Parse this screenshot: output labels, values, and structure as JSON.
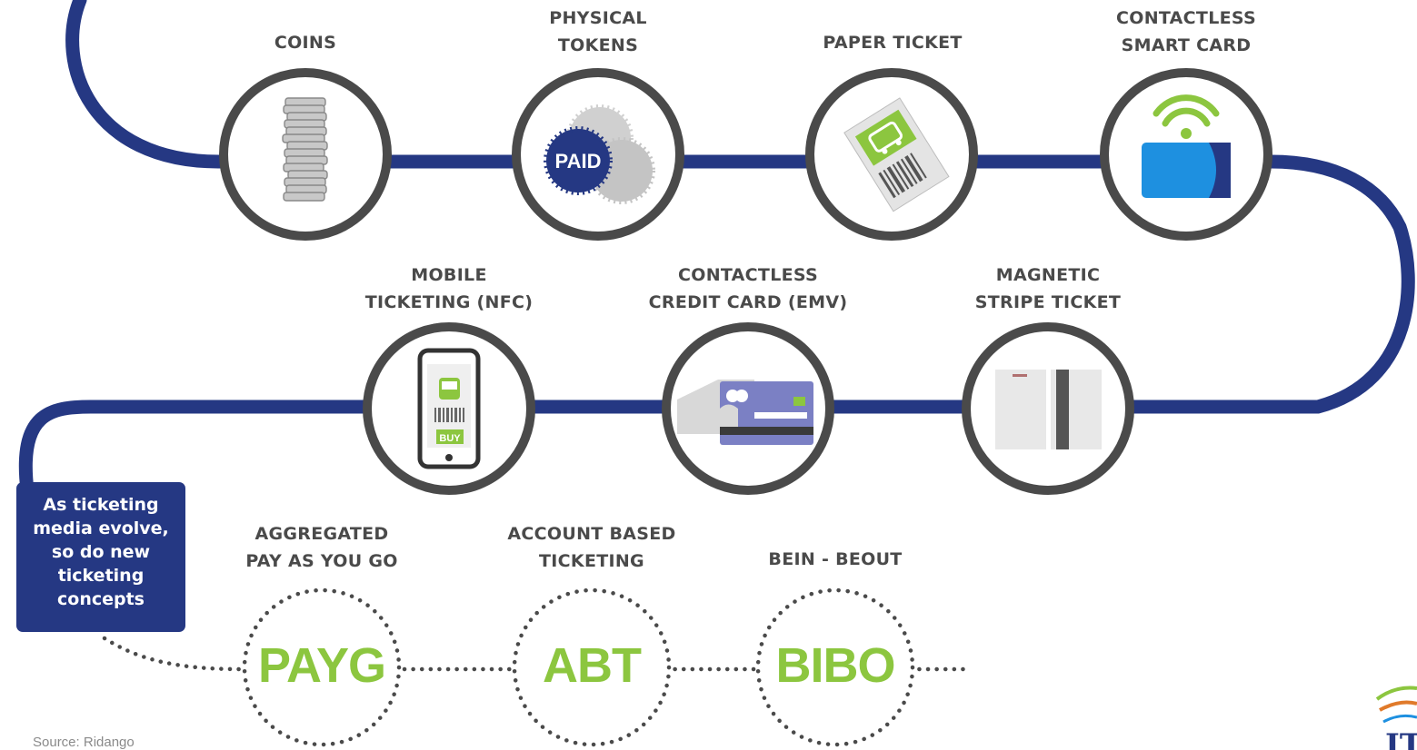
{
  "stages": {
    "coins": {
      "lines": [
        "COINS"
      ]
    },
    "physical_tokens": {
      "lines": [
        "PHYSICAL",
        "TOKENS"
      ],
      "badge": "PAID"
    },
    "paper_ticket": {
      "lines": [
        "PAPER TICKET"
      ]
    },
    "contactless_smart_card": {
      "lines": [
        "CONTACTLESS",
        "SMART CARD"
      ]
    },
    "magnetic_stripe_ticket": {
      "lines": [
        "MAGNETIC",
        "STRIPE TICKET"
      ]
    },
    "contactless_credit_card": {
      "lines": [
        "CONTACTLESS",
        "CREDIT CARD (EMV)"
      ]
    },
    "mobile_ticketing": {
      "lines": [
        "MOBILE",
        "TICKETING (NFC)"
      ],
      "buy_label": "BUY"
    }
  },
  "concepts": {
    "payg": {
      "lines": [
        "AGGREGATED",
        "PAY AS YOU GO"
      ],
      "acronym": "PAYG"
    },
    "abt": {
      "lines": [
        "ACCOUNT BASED",
        "TICKETING"
      ],
      "acronym": "ABT"
    },
    "bibo": {
      "lines": [
        "BEIN - BEOUT"
      ],
      "acronym": "BIBO"
    }
  },
  "callout": {
    "lines": [
      "As ticketing",
      "media evolve,",
      "so do new",
      "ticketing",
      "concepts"
    ]
  },
  "source": "Source: Ridango",
  "logo_text": "IT",
  "colors": {
    "track": "#253883",
    "ring": "#4a4a4a",
    "accent": "#8cc63f",
    "card_blue": "#1e90e0",
    "text": "#4a4a4a"
  }
}
